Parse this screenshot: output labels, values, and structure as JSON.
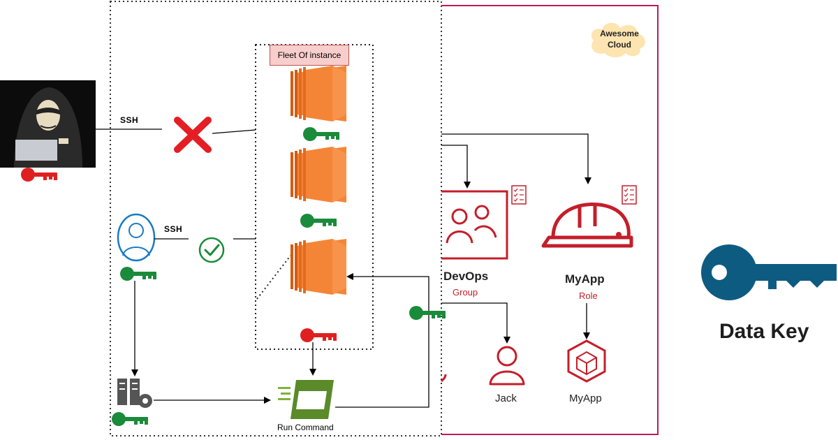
{
  "labels": {
    "fleet_title": "Fleet Of instance",
    "ssh_top": "SSH",
    "ssh_mid": "SSH",
    "awesome_cloud_line1": "Awesome",
    "awesome_cloud_line2": "Cloud",
    "devops_name": "DevOps",
    "devops_type": "Group",
    "myapp_name": "MyApp",
    "myapp_type": "Role",
    "user_jack": "Jack",
    "app_myapp": "MyApp",
    "run_command": "Run Command",
    "data_key": "Data Key"
  },
  "colors": {
    "aws_red": "#c41e2a",
    "ec2_orange": "#f58536",
    "key_green": "#1a8a3b",
    "key_red": "#e02020",
    "data_key_blue": "#0e5b82",
    "boundary_pink": "#c2185b",
    "run_command_green": "#5b8a2a"
  },
  "icons": {
    "hacker": "hooded-hacker-photo",
    "admin_user": "user-avatar-icon",
    "deny": "red-x-icon",
    "allow": "green-check-icon",
    "ec2": "ec2-instance-icon",
    "iam_group": "iam-group-icon",
    "iam_role": "iam-role-helmet-icon",
    "iam_user": "iam-user-icon",
    "app": "cube-app-icon",
    "server": "server-gear-icon",
    "run_command": "run-command-icon",
    "key": "key-icon"
  }
}
